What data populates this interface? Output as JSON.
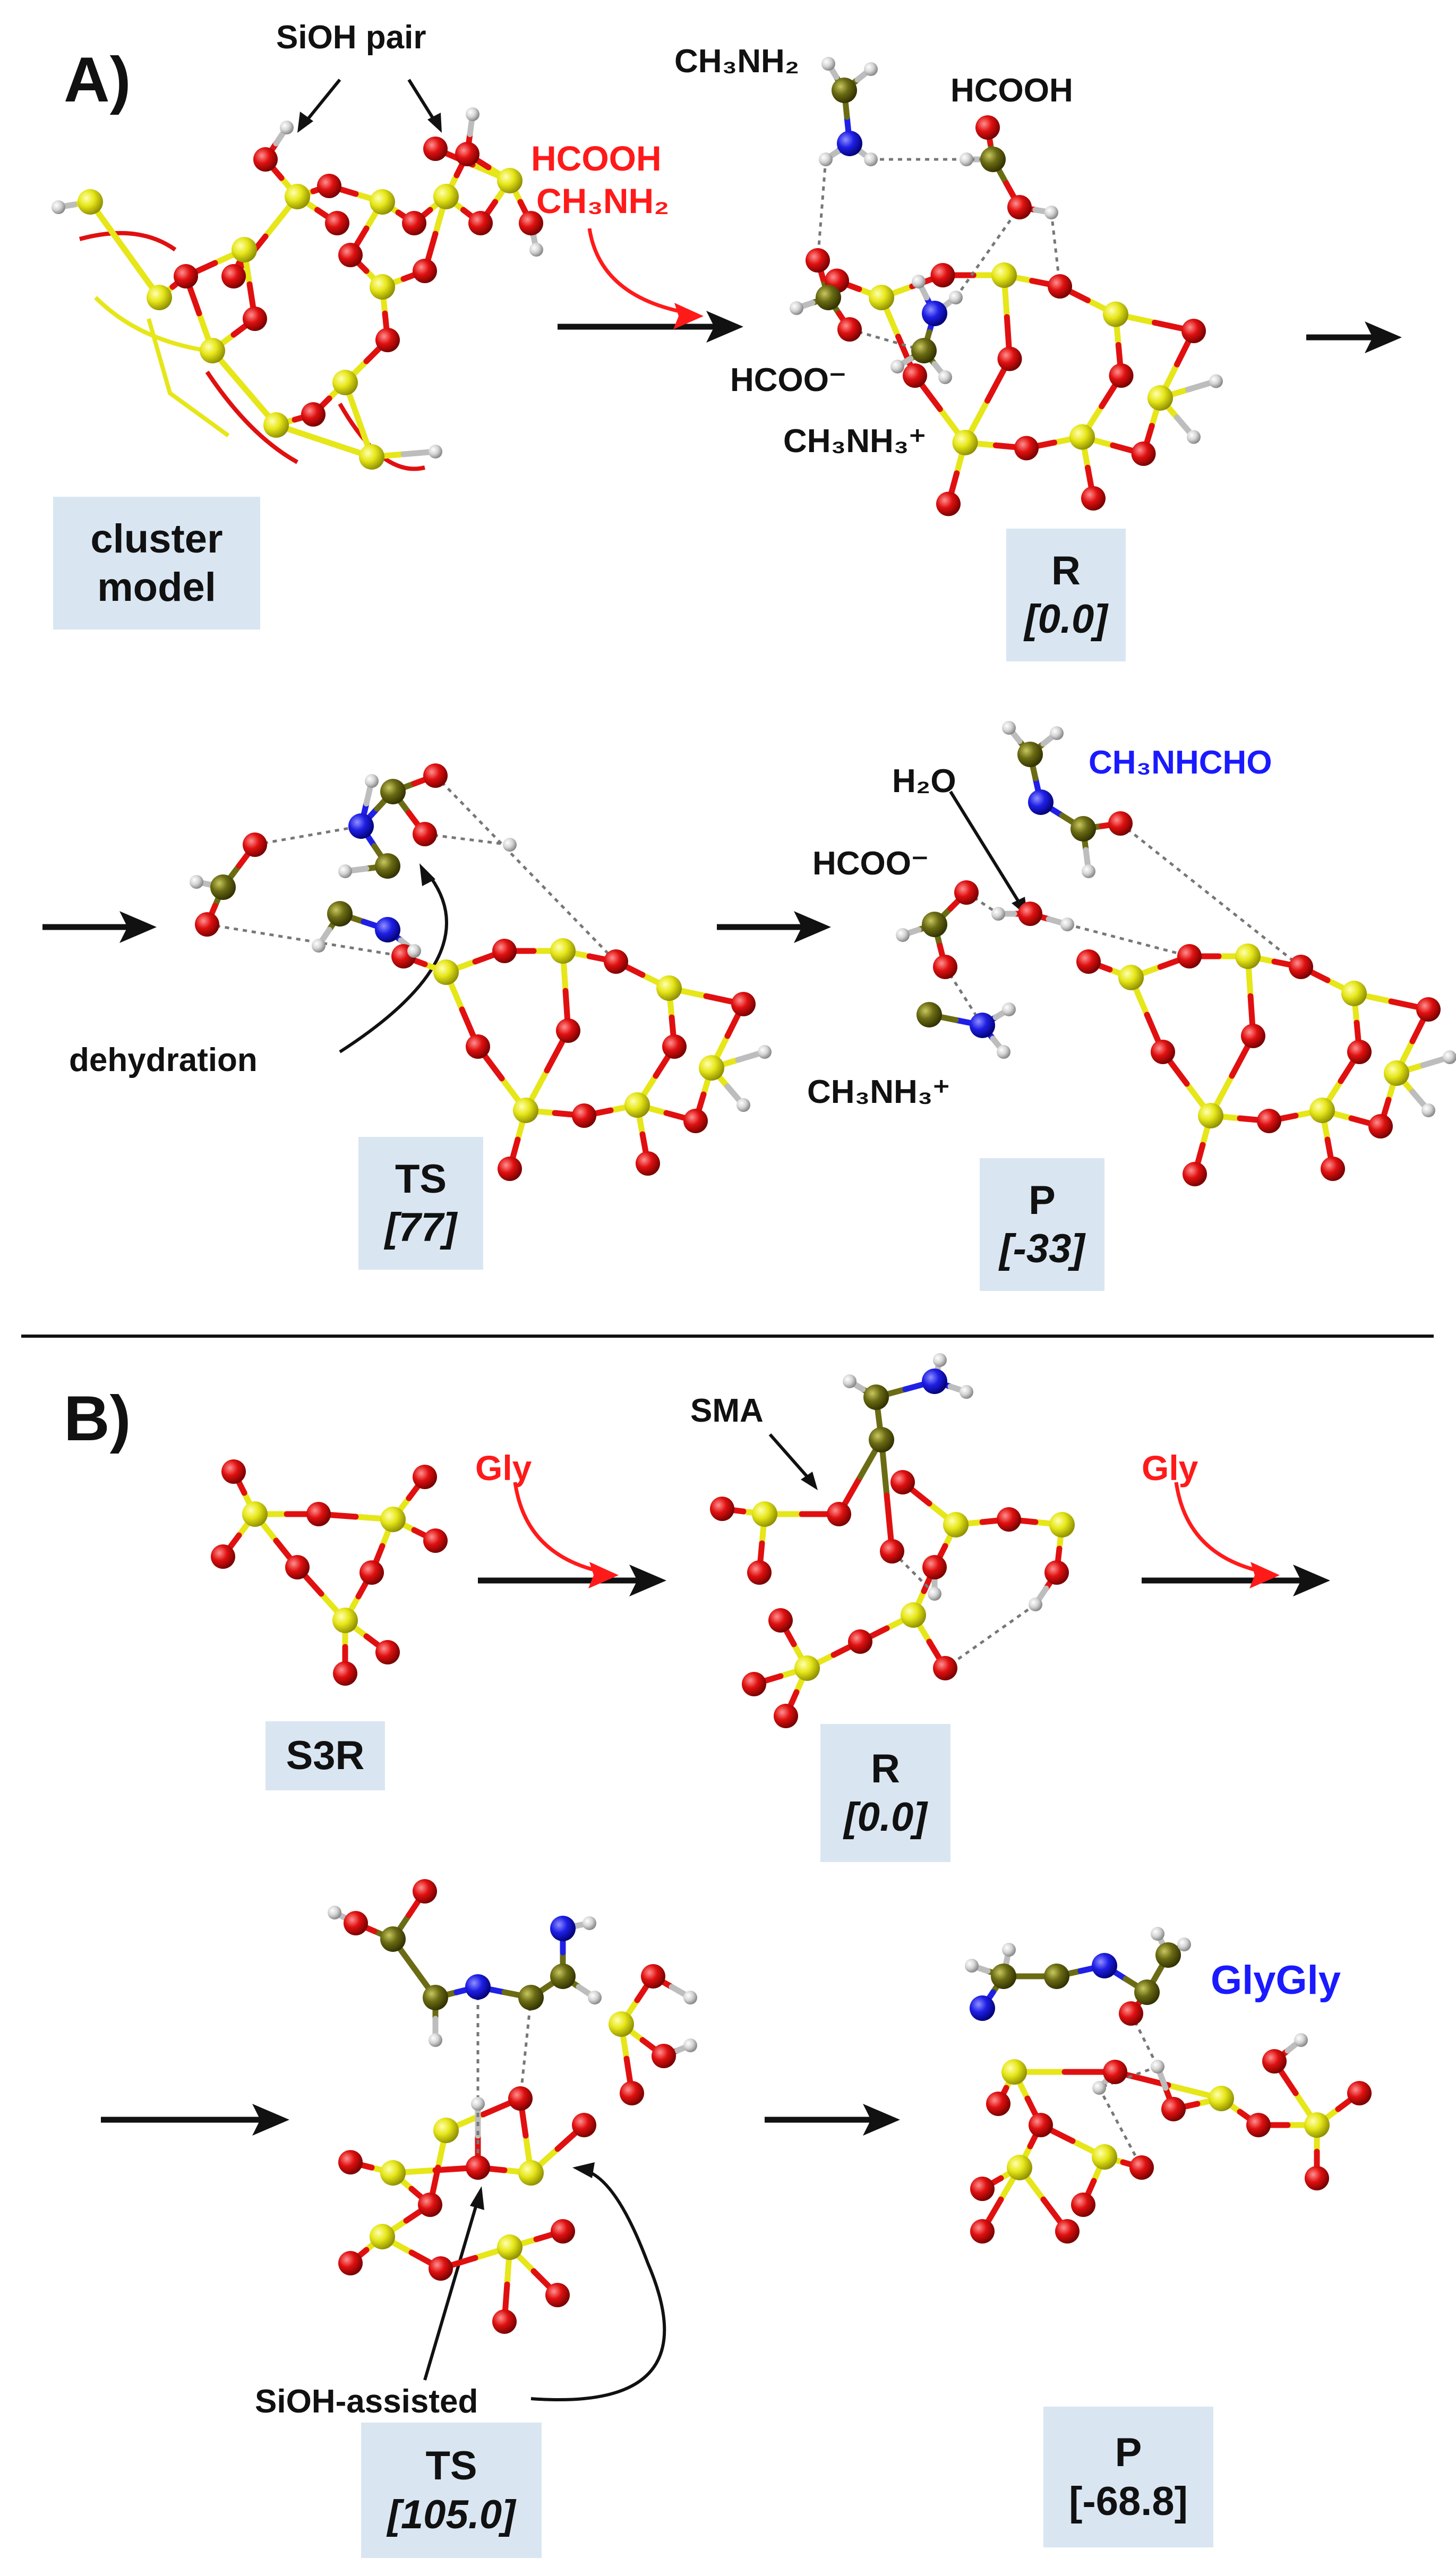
{
  "colors": {
    "silicon": "#e6e619",
    "oxygen": "#e01010",
    "carbon": "#6b6b14",
    "nitrogen": "#1f1fe6",
    "hydrogen": "#cfcfcf",
    "reagent_text": "#ff1a1a",
    "product_text": "#1a1aff",
    "label_box": "#d9e6f2"
  },
  "panel_a": {
    "label": "A)",
    "siohpair": "SiOH pair",
    "cluster_model_line1": "cluster",
    "cluster_model_line2": "model",
    "reagent_line1": "HCOOH",
    "reagent_line2": "CH₃NH₂",
    "r_labels": {
      "ch3nh2": "CH₃NH₂",
      "hcooh": "HCOOH",
      "hcoo": "HCOO⁻",
      "ch3nh3": "CH₃NH₃⁺"
    },
    "r_state": {
      "name": "R",
      "energy": "[0.0]"
    },
    "ts_annotation": "dehydration",
    "ts_state": {
      "name": "TS",
      "energy": "[77]"
    },
    "p_labels": {
      "product": "CH₃NHCHO",
      "h2o": "H₂O",
      "hcoo": "HCOO⁻",
      "ch3nh3": "CH₃NH₃⁺"
    },
    "p_state": {
      "name": "P",
      "energy": "[-33]"
    }
  },
  "panel_b": {
    "label": "B)",
    "s3r": "S3R",
    "reagent1": "Gly",
    "sma": "SMA",
    "r_state": {
      "name": "R",
      "energy": "[0.0]"
    },
    "reagent2": "Gly",
    "ts_annotation": "SiOH-assisted",
    "ts_state": {
      "name": "TS",
      "energy": "[105.0]"
    },
    "product": "GlyGly",
    "p_state": {
      "name": "P",
      "energy": "[-68.8]"
    }
  }
}
